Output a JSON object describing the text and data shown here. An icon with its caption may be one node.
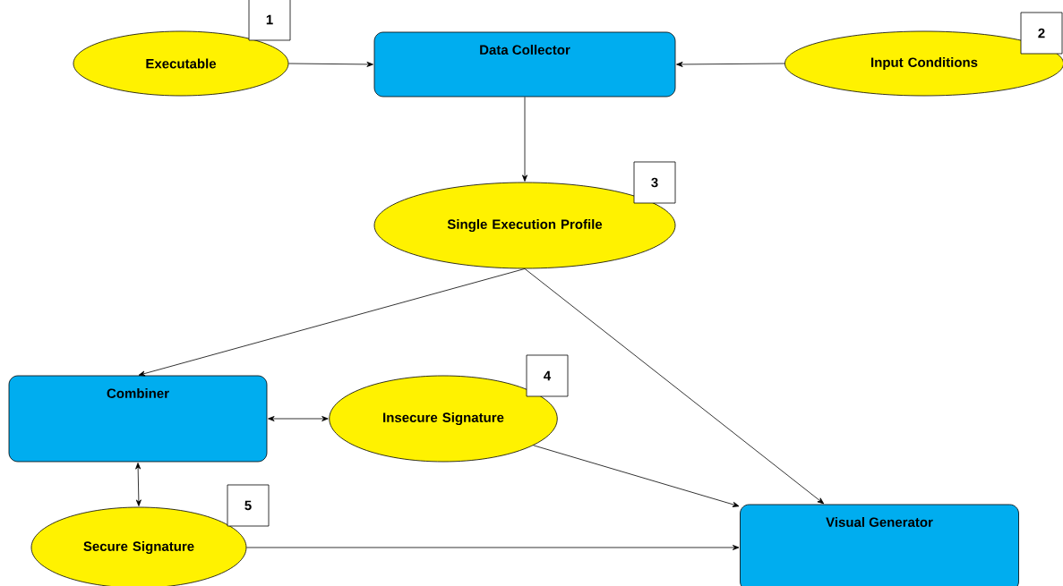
{
  "diagram": {
    "nodes": [
      {
        "text": [
          "Executable"
        ],
        "beside": [
          "1"
        ]
      },
      {
        "text": [
          "Data Collector"
        ]
      },
      {
        "text": [
          "Input Conditions"
        ],
        "beside": [
          "2"
        ]
      },
      {
        "text": [
          "Single Execution Profile"
        ],
        "beside": [
          "3"
        ]
      },
      {
        "text": [
          "Combiner"
        ]
      },
      {
        "text": [
          "Insecure Signature"
        ],
        "beside": [
          "4"
        ]
      },
      {
        "text": [
          "Secure Signature"
        ],
        "beside": [
          "5"
        ]
      },
      {
        "text": [
          "Visual Generator"
        ]
      }
    ],
    "edges": [
      {
        "from": 0,
        "to": 1,
        "arrow": "to"
      },
      {
        "from": 2,
        "to": 1,
        "arrow": "to"
      },
      {
        "from": 1,
        "to": 3,
        "arrow": "to"
      },
      {
        "from": 3,
        "to": 4,
        "arrow": "to"
      },
      {
        "from": 3,
        "to": 7,
        "arrow": "to"
      },
      {
        "from": 4,
        "to": 5,
        "arrow": "both"
      },
      {
        "from": 4,
        "to": 6,
        "arrow": "both"
      },
      {
        "from": 5,
        "to": 7,
        "arrow": "to"
      },
      {
        "from": 6,
        "to": 7,
        "arrow": "to"
      }
    ]
  }
}
